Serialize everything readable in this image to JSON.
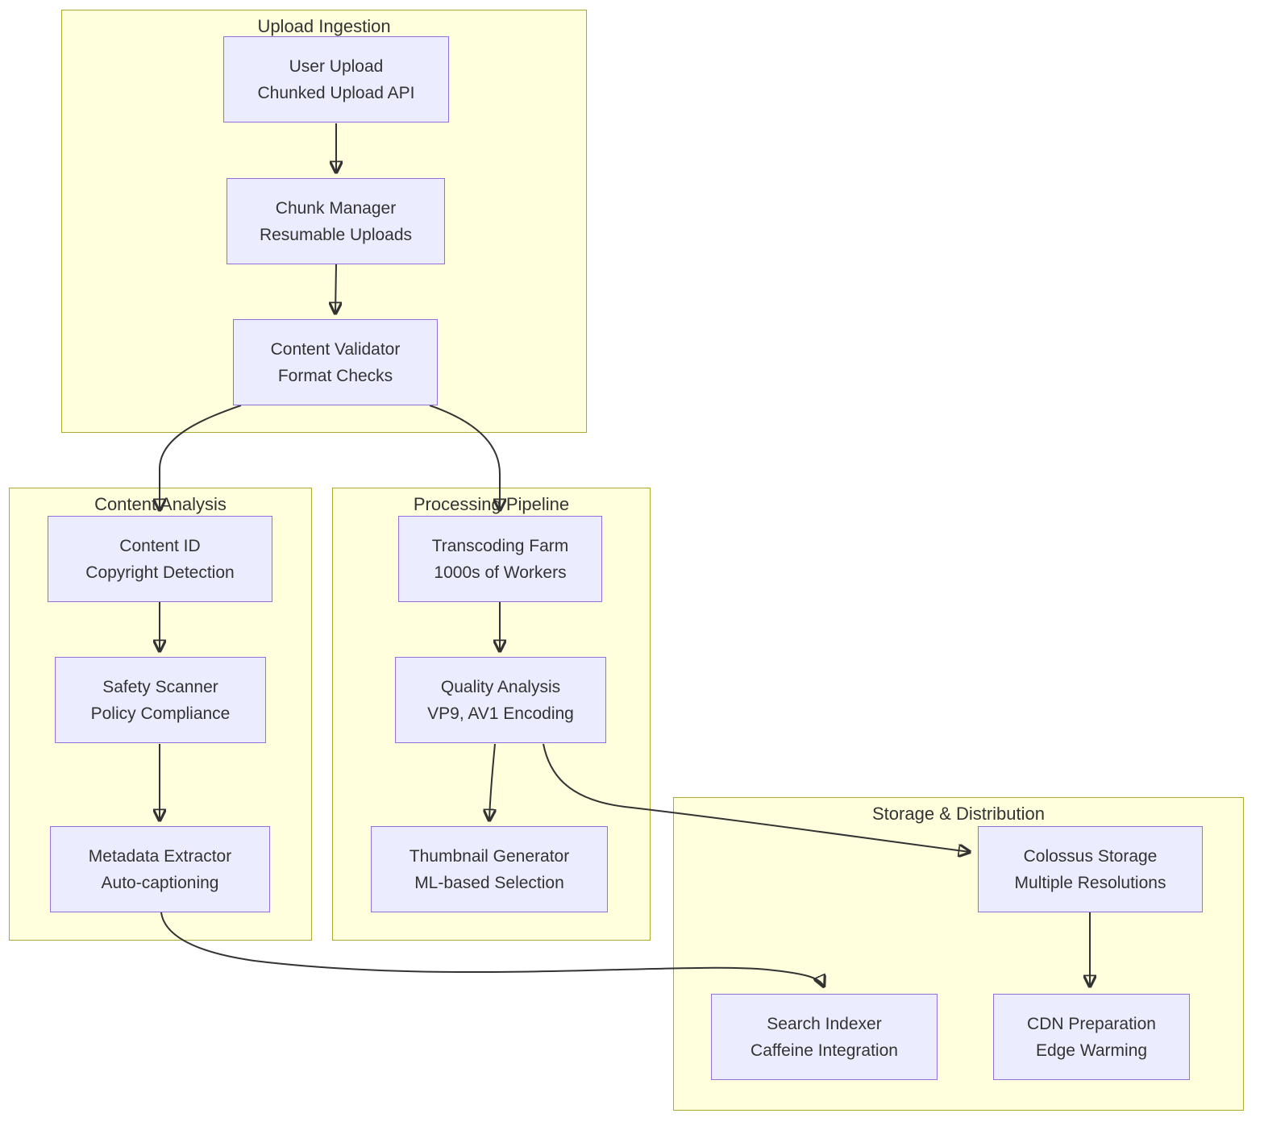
{
  "groups": {
    "upload_ingestion": {
      "title": "Upload Ingestion"
    },
    "content_analysis": {
      "title": "Content Analysis"
    },
    "processing_pipeline": {
      "title": "Processing Pipeline"
    },
    "storage_distribution": {
      "title": "Storage & Distribution"
    }
  },
  "nodes": {
    "user_upload": {
      "line1": "User Upload",
      "line2": "Chunked Upload API"
    },
    "chunk_manager": {
      "line1": "Chunk Manager",
      "line2": "Resumable Uploads"
    },
    "content_validator": {
      "line1": "Content Validator",
      "line2": "Format Checks"
    },
    "content_id": {
      "line1": "Content ID",
      "line2": "Copyright Detection"
    },
    "safety_scanner": {
      "line1": "Safety Scanner",
      "line2": "Policy Compliance"
    },
    "metadata_extractor": {
      "line1": "Metadata Extractor",
      "line2": "Auto-captioning"
    },
    "transcoding_farm": {
      "line1": "Transcoding Farm",
      "line2": "1000s of Workers"
    },
    "quality_analysis": {
      "line1": "Quality Analysis",
      "line2": "VP9, AV1 Encoding"
    },
    "thumbnail_generator": {
      "line1": "Thumbnail Generator",
      "line2": "ML-based Selection"
    },
    "colossus_storage": {
      "line1": "Colossus Storage",
      "line2": "Multiple Resolutions"
    },
    "search_indexer": {
      "line1": "Search Indexer",
      "line2": "Caffeine Integration"
    },
    "cdn_preparation": {
      "line1": "CDN Preparation",
      "line2": "Edge Warming"
    }
  },
  "edges": [
    {
      "from": "user_upload",
      "to": "chunk_manager"
    },
    {
      "from": "chunk_manager",
      "to": "content_validator"
    },
    {
      "from": "content_validator",
      "to": "content_id"
    },
    {
      "from": "content_validator",
      "to": "transcoding_farm"
    },
    {
      "from": "content_id",
      "to": "safety_scanner"
    },
    {
      "from": "safety_scanner",
      "to": "metadata_extractor"
    },
    {
      "from": "transcoding_farm",
      "to": "quality_analysis"
    },
    {
      "from": "quality_analysis",
      "to": "thumbnail_generator"
    },
    {
      "from": "quality_analysis",
      "to": "colossus_storage"
    },
    {
      "from": "metadata_extractor",
      "to": "search_indexer"
    },
    {
      "from": "colossus_storage",
      "to": "cdn_preparation"
    }
  ],
  "colors": {
    "node_fill": "#ECECFF",
    "node_border": "#9370DB",
    "group_fill": "#FFFFDE",
    "group_border": "#AAAA33",
    "edge": "#333333",
    "text": "#333333",
    "background": "#FFFFFF"
  }
}
